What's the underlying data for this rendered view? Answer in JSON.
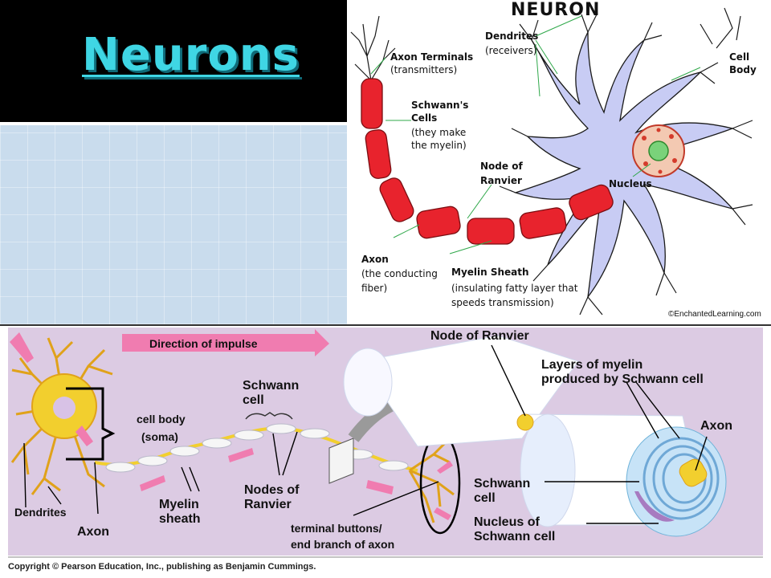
{
  "slide": {
    "title": "Neurons"
  },
  "top_diagram": {
    "heading": "NEURON",
    "axon_terminals": "Axon Terminals",
    "axon_terminals_sub": "(transmitters)",
    "dendrites": "Dendrites",
    "dendrites_sub": "(receivers)",
    "cell_body_1": "Cell",
    "cell_body_2": "Body",
    "schwann_1": "Schwann's",
    "schwann_2": "Cells",
    "schwann_3": "(they make",
    "schwann_4": "the myelin)",
    "node_1": "Node of",
    "node_2": "Ranvier",
    "nucleus": "Nucleus",
    "axon": "Axon",
    "axon_sub_1": "(the conducting",
    "axon_sub_2": "fiber)",
    "myelin": "Myelin Sheath",
    "myelin_sub_1": "(insulating fatty layer that",
    "myelin_sub_2": "speeds transmission)",
    "credit": "©EnchantedLearning.com"
  },
  "bottom_diagram": {
    "direction": "Direction of impulse",
    "node_of_ranvier": "Node of Ranvier",
    "layers_1": "Layers of myelin",
    "layers_2": "produced by Schwann cell",
    "schwann_cell_1": "Schwann",
    "schwann_cell_2": "cell",
    "axon_right": "Axon",
    "cell_body_1": "cell body",
    "cell_body_2": "(soma)",
    "myelin_1": "Myelin",
    "myelin_2": "sheath",
    "nodes_1": "Nodes of",
    "nodes_2": "Ranvier",
    "schwann_right_1": "Schwann",
    "schwann_right_2": "cell",
    "nucleus_1": "Nucleus of",
    "nucleus_2": "Schwann cell",
    "dendrites": "Dendrites",
    "axon_left": "Axon",
    "terminal_1": "terminal buttons/",
    "terminal_2": "end branch of axon",
    "copyright": "Copyright © Pearson Education, Inc., publishing as Benjamin Cummings."
  },
  "colors": {
    "title": "#3fd6e4",
    "myelin_red": "#e8232d",
    "cell_lavender": "#c8ccf4",
    "bottom_bg": "#dccbe3",
    "arrow_pink": "#f07cb0",
    "neuron_yellow": "#f2cf2e"
  }
}
